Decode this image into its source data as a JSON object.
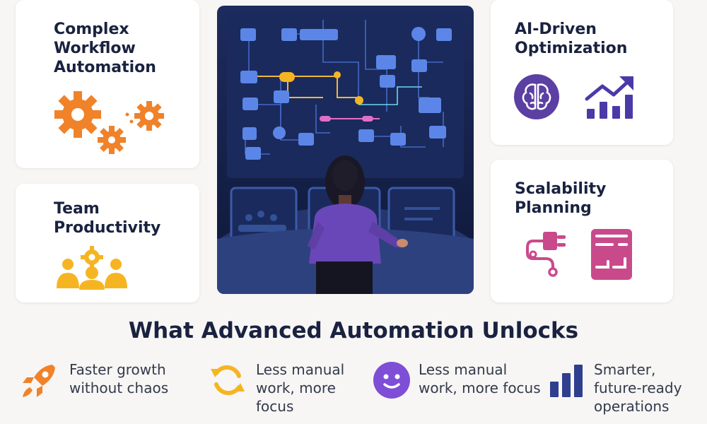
{
  "cards": {
    "complex_workflow": {
      "title": "Complex\nWorkflow\nAutomation",
      "icons": [
        "gear-icon",
        "gear-icon",
        "gear-icon"
      ],
      "color": "#f0822a"
    },
    "team_productivity": {
      "title": "Team\nProductivity",
      "icons": [
        "team-icon",
        "gear-icon"
      ],
      "color": "#f5b523"
    },
    "ai_optimization": {
      "title": "AI-Driven\nOptimization",
      "icons": [
        "brain-icon",
        "growth-chart-icon"
      ],
      "color": "#5b3fa3"
    },
    "scalability": {
      "title": "Scalability\nPlanning",
      "icons": [
        "plug-icon",
        "server-dashboard-icon"
      ],
      "color": "#c94a8b"
    }
  },
  "hero": {
    "icon": "person-at-control-panel-illustration"
  },
  "heading": "What Advanced Automation Unlocks",
  "benefits": [
    {
      "icon": "rocket-icon",
      "text": "Faster growth\nwithout chaos",
      "color": "#f0822a"
    },
    {
      "icon": "refresh-icon",
      "text": "Less manual\nwork, more\nfocus",
      "color": "#f5b523"
    },
    {
      "icon": "smile-face-icon",
      "text": "Less manual\nwork, more focus",
      "color": "#7e4ed6"
    },
    {
      "icon": "bar-chart-icon",
      "text": "Smarter,\nfuture-ready\noperations",
      "color": "#2e3f8f"
    }
  ]
}
